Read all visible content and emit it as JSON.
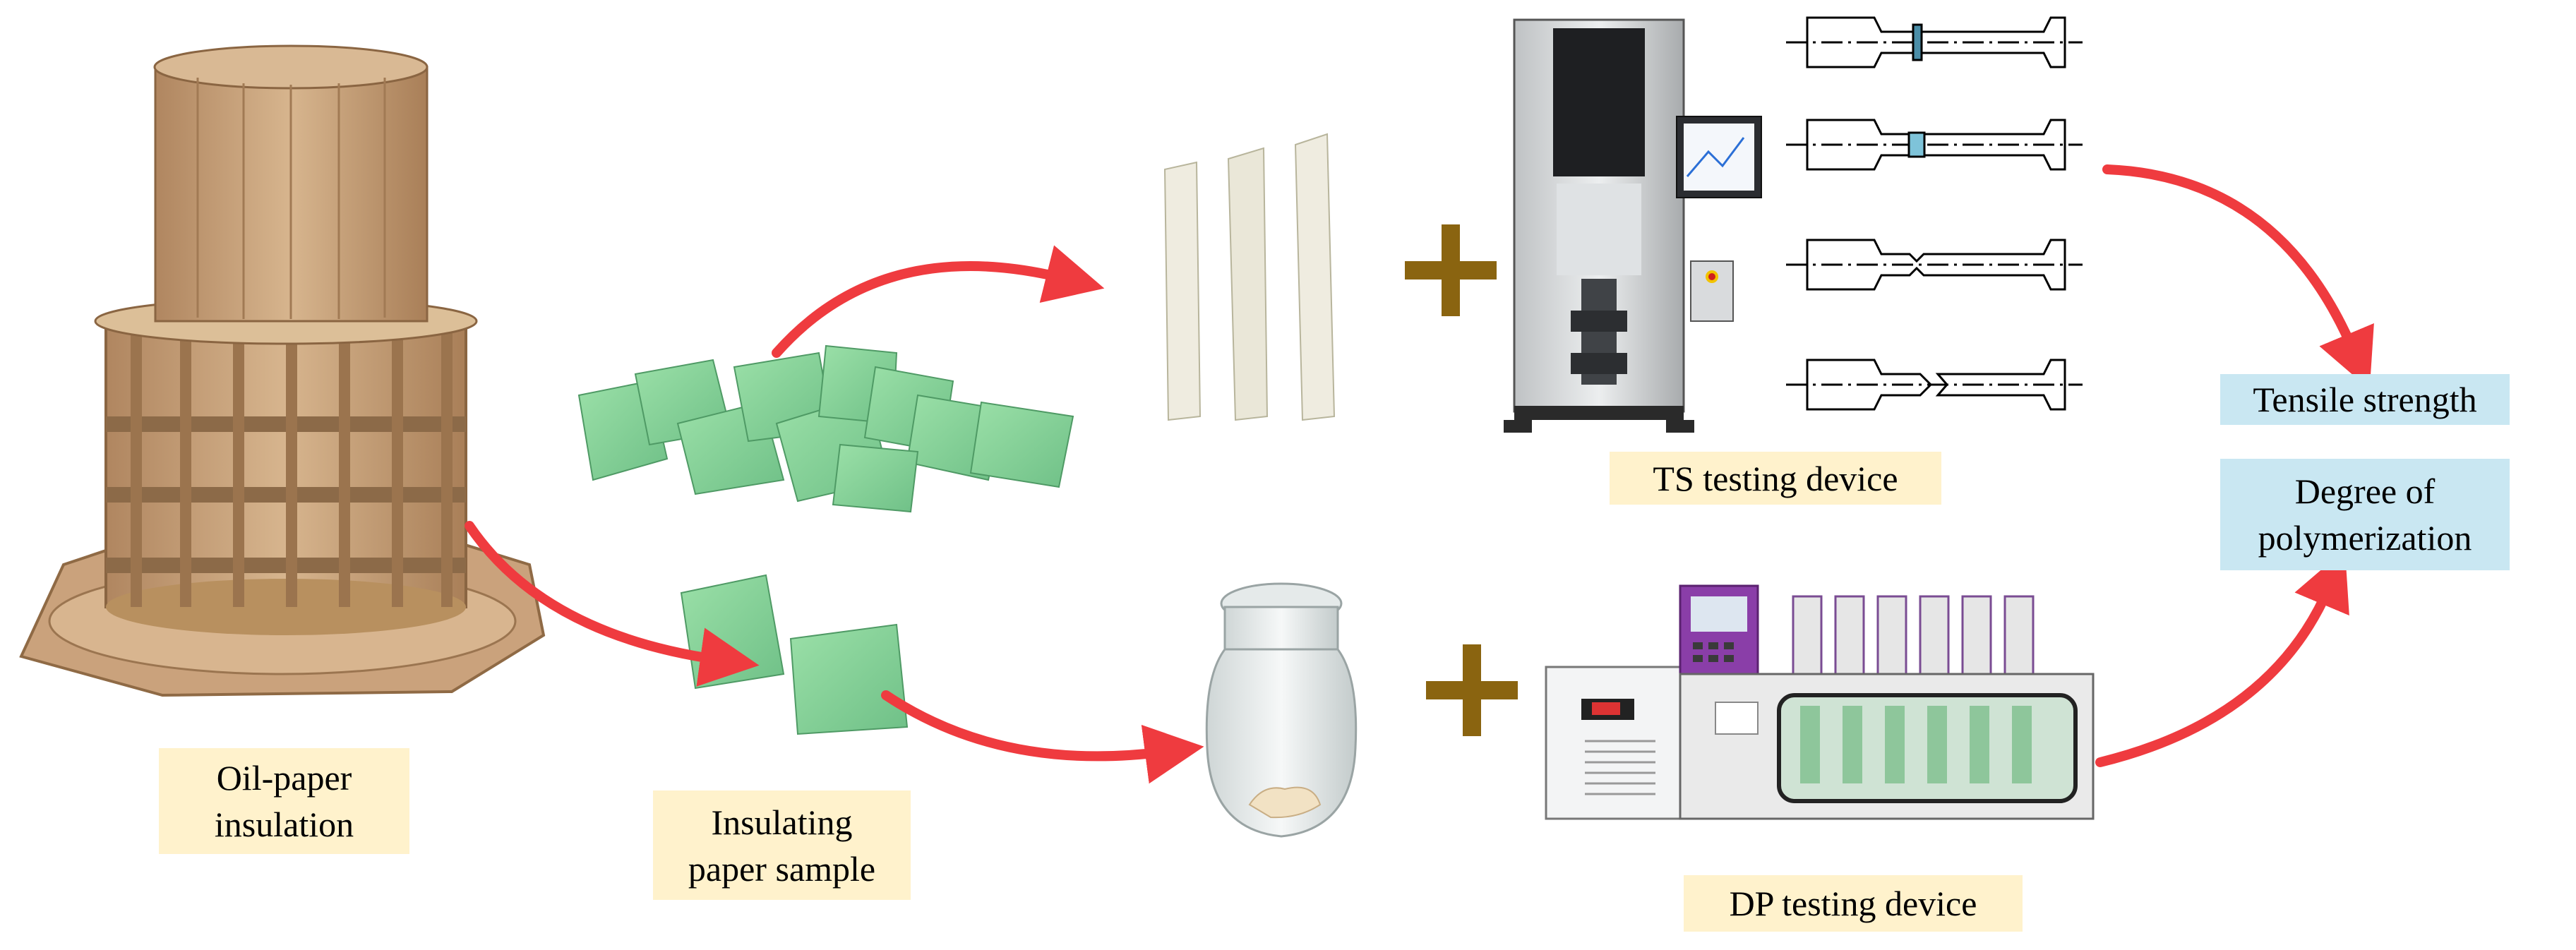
{
  "labels": {
    "oil_paper": "Oil-paper\ninsulation",
    "insulating_sample": "Insulating\npaper sample",
    "ts_device": "TS testing device",
    "dp_device": "DP testing device",
    "tensile": "Tensile strength",
    "dp": "Degree of\npolymerization"
  },
  "colors": {
    "arrow": "#ef3b3f",
    "plus": "#8a6410",
    "label_cream": "#fff2cc",
    "label_blue": "#c9e7f2",
    "cardboard": "#c9a27a",
    "paper_green": "#8fd8a0"
  },
  "icons": [
    "insulation-cylinder-icon",
    "paper-pieces-icon",
    "paper-strips-icon",
    "tensile-tester-icon",
    "specimen-diagram-icon",
    "glass-jar-icon",
    "viscometer-bath-icon"
  ]
}
